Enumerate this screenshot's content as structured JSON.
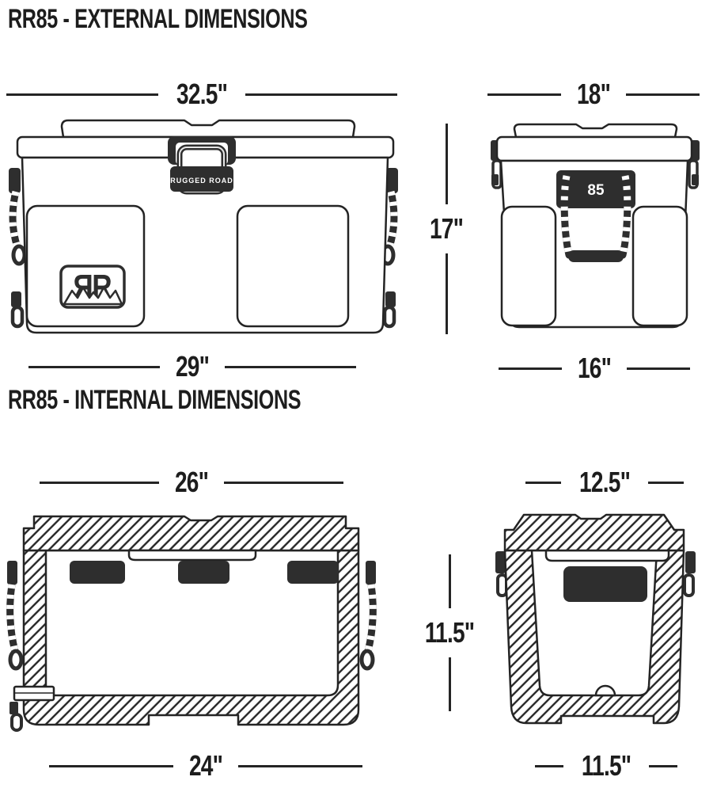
{
  "product": "RR85",
  "colors": {
    "ink": "#242424",
    "dark_fill": "#2e2e2e",
    "background": "#ffffff"
  },
  "external": {
    "title": "RR85 - EXTERNAL DIMENSIONS",
    "front_view": {
      "top_width": "32.5\"",
      "height": "17\"",
      "bottom_width": "29\""
    },
    "side_view": {
      "top_width": "18\"",
      "bottom_width": "16\""
    }
  },
  "internal": {
    "title": "RR85 - INTERNAL DIMENSIONS",
    "front_view": {
      "top_width": "26\"",
      "height": "11.5\"",
      "bottom_width": "24\""
    },
    "side_view": {
      "top_width": "12.5\"",
      "bottom_width": "11.5\""
    }
  },
  "branding": {
    "latch_label": "RUGGED ROAD",
    "size_badge": "85",
    "logo_letter": "R"
  }
}
